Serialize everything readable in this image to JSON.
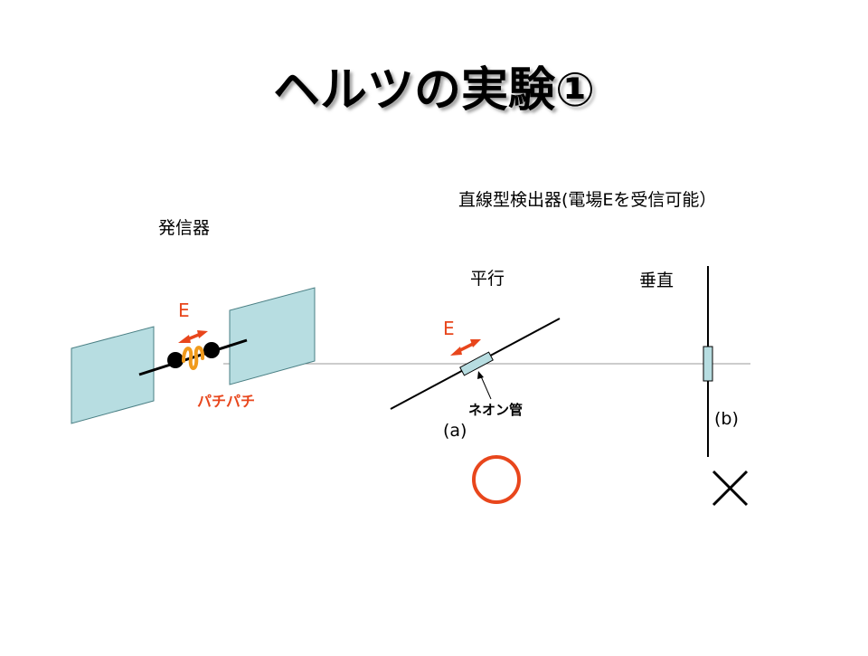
{
  "title": "ヘルツの実験①",
  "labels": {
    "transmitter": "発信器",
    "detector": "直線型検出器(電場Eを受信可能）",
    "parallel": "平行",
    "perpendicular": "垂直",
    "field_left": "E",
    "field_mid": "E",
    "spark": "パチパチ",
    "neon_tube": "ネオン管",
    "case_a": "(a)",
    "case_b": "(b)"
  },
  "results": {
    "a": "circle",
    "b": "cross"
  },
  "colors": {
    "plate_fill": "#b7dde1",
    "plate_stroke": "#4a7f84",
    "accent": "#e8461c",
    "spark": "#f09a1c",
    "line": "#000000",
    "axis": "#999999"
  }
}
